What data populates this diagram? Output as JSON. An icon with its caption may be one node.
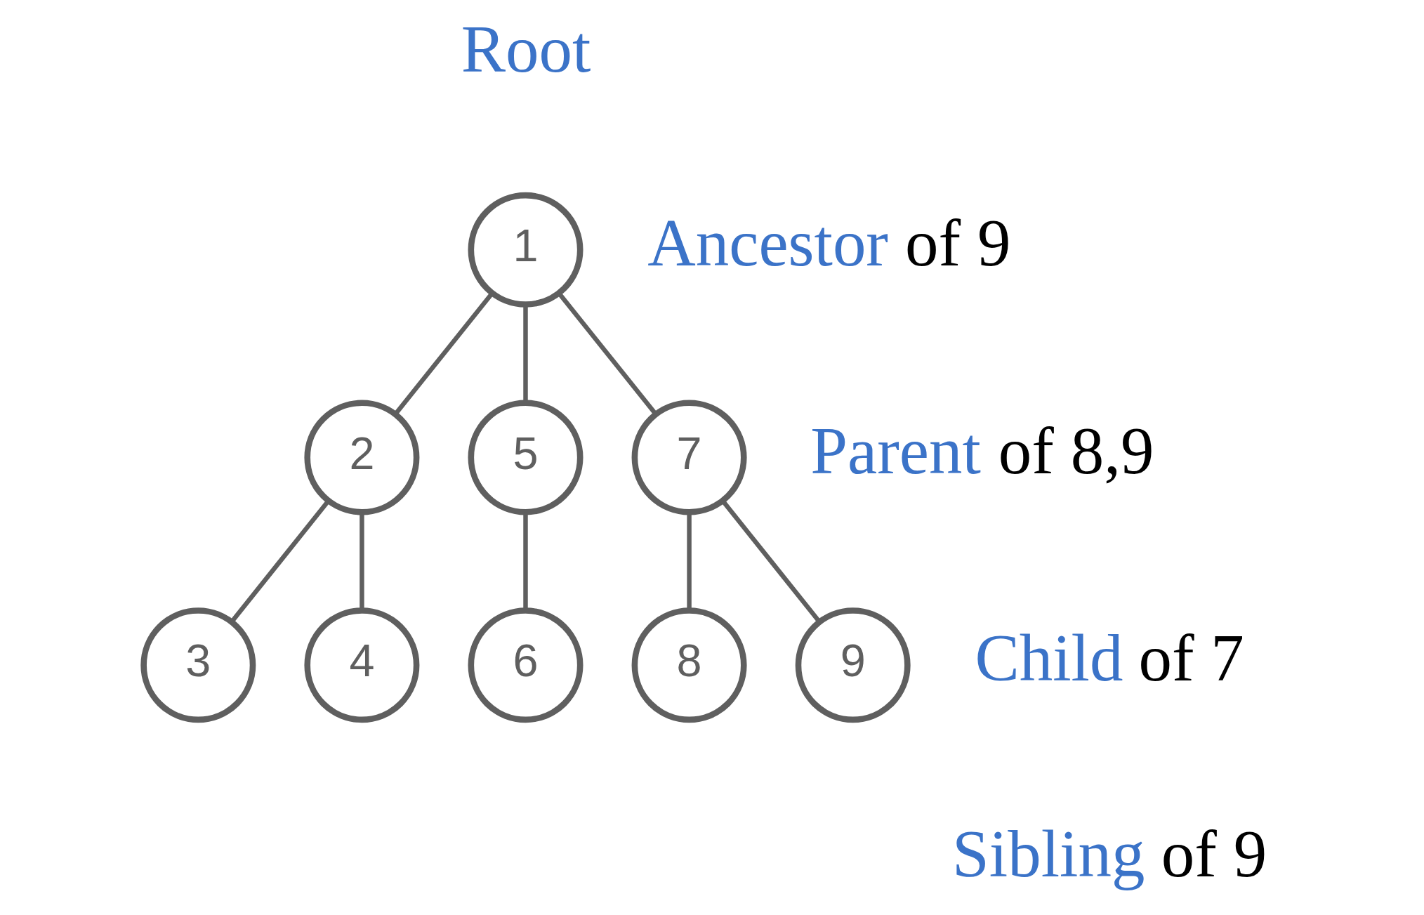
{
  "diagram": {
    "nodes": [
      {
        "text": [
          "1"
        ],
        "beside": [
          "Root",
          "Ancestor of 9"
        ]
      },
      {
        "text": [
          "2"
        ]
      },
      {
        "text": [
          "5"
        ]
      },
      {
        "text": [
          "7"
        ],
        "beside": [
          "Parent of 8,9"
        ]
      },
      {
        "text": [
          "3"
        ]
      },
      {
        "text": [
          "4"
        ]
      },
      {
        "text": [
          "6"
        ]
      },
      {
        "text": [
          "8"
        ]
      },
      {
        "text": [
          "9"
        ]
      }
    ],
    "edges": [
      {
        "from": 0,
        "to": 1,
        "arrow": "none"
      },
      {
        "from": 0,
        "to": 2,
        "arrow": "none"
      },
      {
        "from": 0,
        "to": 3,
        "arrow": "none"
      },
      {
        "from": 1,
        "to": 4,
        "arrow": "none"
      },
      {
        "from": 1,
        "to": 5,
        "arrow": "none"
      },
      {
        "from": 2,
        "to": 6,
        "arrow": "none"
      },
      {
        "from": 3,
        "to": 7,
        "arrow": "none"
      },
      {
        "from": 3,
        "to": 8,
        "arrow": "none"
      }
    ],
    "labels": [
      "Child of 7",
      "Sibling of 9"
    ]
  }
}
